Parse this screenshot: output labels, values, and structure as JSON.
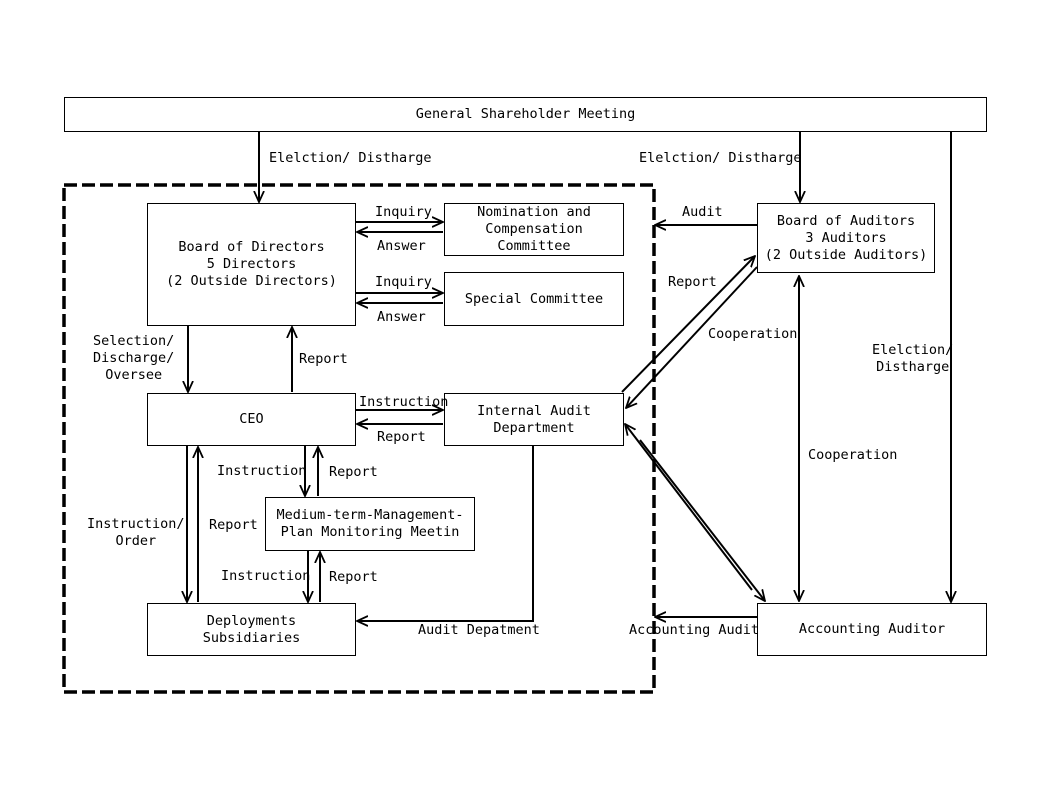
{
  "nodes": {
    "gsm": "General Shareholder Meeting",
    "bod": "Board of Directors\n5 Directors\n(2 Outside Directors)",
    "ncc": "Nomination and\nCompensation\nCommittee",
    "special": "Special Committee",
    "boa": "Board of Auditors\n3 Auditors\n(2 Outside Auditors)",
    "ceo": "CEO",
    "iad": "Internal Audit\nDepartment",
    "mtp": "Medium-term-Management-\nPlan Monitoring Meetin",
    "subs": "Deployments\nSubsidiaries",
    "auditor": "Accounting Auditor"
  },
  "labels": {
    "election_left": "Elelction/ Distharge",
    "election_mid": "Elelction/ Distharge",
    "election_right": "Elelction/\nDistharge",
    "inquiry1": "Inquiry",
    "answer1": "Answer",
    "inquiry2": "Inquiry",
    "answer2": "Answer",
    "audit": "Audit",
    "report_iad_boa": "Report",
    "cooperation1": "Cooperation",
    "cooperation2": "Cooperation",
    "selection": "Selection/\nDischarge/\nOversee",
    "report_ceo_bod": "Report",
    "instruction_ceo_iad": "Instruction",
    "report_iad_ceo": "Report",
    "instruction_ceo_mtp": "Instruction",
    "report_mtp_ceo": "Report",
    "instruction_order": "Instruction/\nOrder",
    "report_subs_ceo": "Report",
    "instruction_mtp_subs": "Instruction",
    "report_subs_mtp": "Report",
    "audit_department": "Audit Depatment",
    "accounting_audit": "Accounting Audit"
  }
}
